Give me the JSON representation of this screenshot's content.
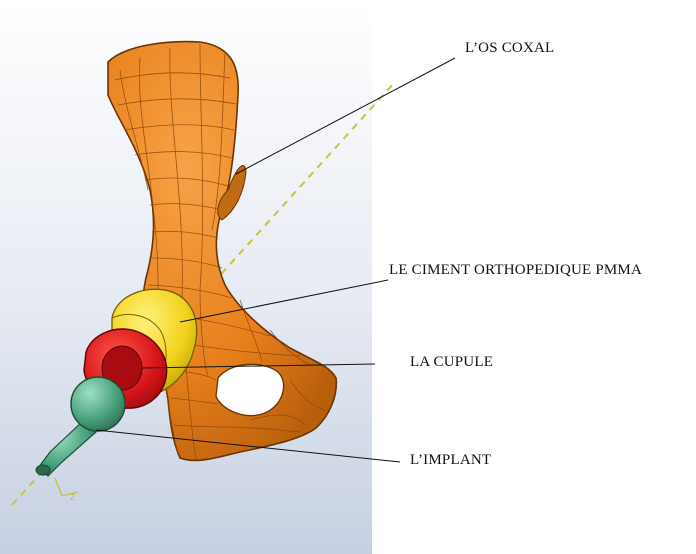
{
  "labels": {
    "os_coxal": "L’OS COXAL",
    "ciment": "LE CIMENT ORTHOPEDIQUE PMMA",
    "cupule": "LA CUPULE",
    "implant": "L’IMPLANT"
  },
  "axis_label": "z",
  "colors": {
    "bone": "#e8801c",
    "bone_dark": "#8a4608",
    "cement": "#f2d21c",
    "cup": "#d8141a",
    "implant": "#4aa37e",
    "axis": "#c8c23a",
    "viewport_top": "#ffffff",
    "viewport_bottom": "#c6d0e2"
  }
}
